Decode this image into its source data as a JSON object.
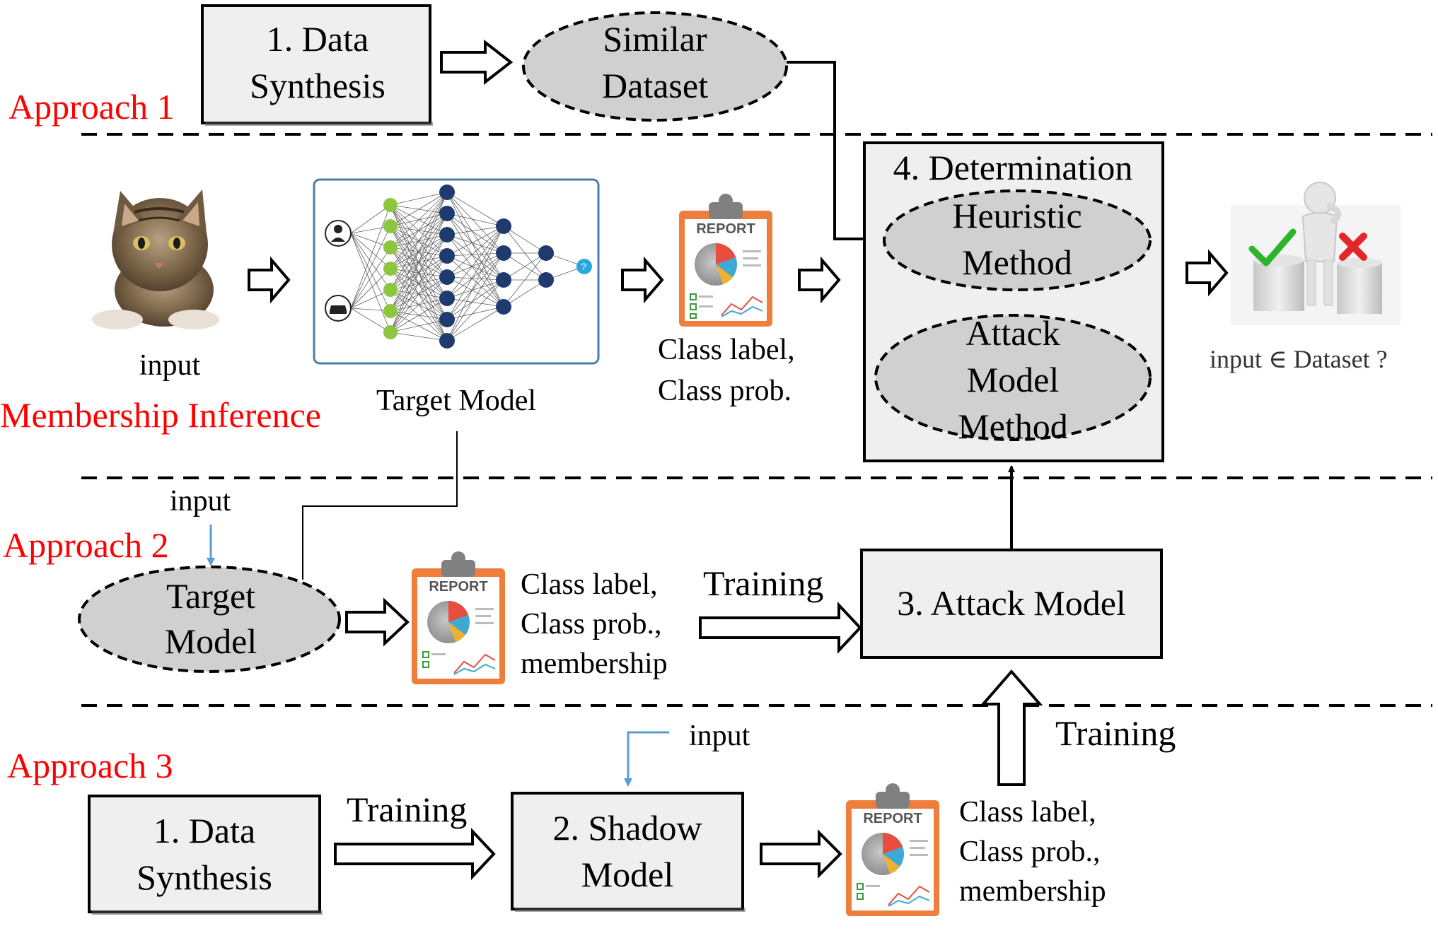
{
  "colors": {
    "approach_label": "#ff0000",
    "box_fill": "#efefef",
    "ellipse_fill": "#d0d0d0",
    "nn_frame": "#4a7fad",
    "nn_input_layer": "#8cc63f",
    "nn_hidden_layer": "#1f3a6e",
    "nn_output_node": "#29a8e0",
    "input_arrow_blue": "#5b9bd5",
    "report_board": "#ef7d3c",
    "check_green": "#2bb52b",
    "cross_red": "#e3262a"
  },
  "icons": {
    "cat": "cat-photo-icon",
    "person": "person-icon",
    "car": "car-icon",
    "report": "report-clipboard-icon",
    "check": "check-mark-icon",
    "cross": "cross-mark-icon",
    "figure": "thinking-figure-icon"
  },
  "sections": {
    "approach1": "Approach 1",
    "membership": "Membership Inference",
    "approach2": "Approach 2",
    "approach3": "Approach 3"
  },
  "approach1": {
    "data_synthesis": [
      "1. Data",
      "Synthesis"
    ],
    "similar_dataset": [
      "Similar",
      "Dataset"
    ]
  },
  "membership": {
    "input_label": "input",
    "target_model_label": "Target Model",
    "class_output": [
      "Class label,",
      "Class prob."
    ],
    "report_title": "REPORT",
    "determination_title": "4. Determination",
    "heuristic_method": [
      "Heuristic",
      "Method"
    ],
    "attack_model_method": [
      "Attack",
      "Model",
      "Method"
    ],
    "question": "input ∈ Dataset ?",
    "nn_output_mark": "?"
  },
  "approach2": {
    "input_label": "input",
    "target_model": [
      "Target",
      "Model"
    ],
    "class_output": [
      "Class label,",
      "Class prob.,",
      "membership"
    ],
    "training_label": "Training",
    "attack_model": "3. Attack Model"
  },
  "approach3": {
    "data_synthesis": [
      "1. Data",
      "Synthesis"
    ],
    "training_label": "Training",
    "input_label": "input",
    "shadow_model": [
      "2. Shadow",
      "Model"
    ],
    "class_output": [
      "Class label,",
      "Class prob.,",
      "membership"
    ],
    "training_up_label": "Training"
  }
}
